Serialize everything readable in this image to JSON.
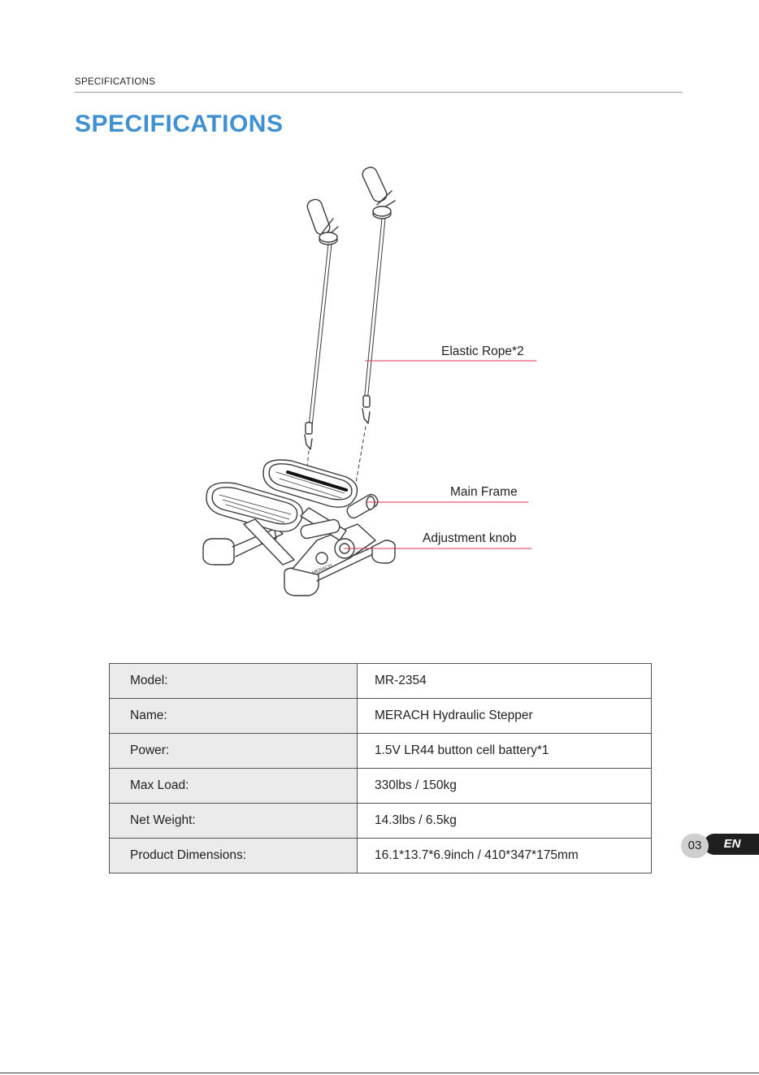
{
  "header": {
    "running_title": "SPECIFICATIONS"
  },
  "page_title": "SPECIFICATIONS",
  "figure": {
    "callouts": {
      "elastic_rope": "Elastic Rope*2",
      "main_frame": "Main Frame",
      "adjustment_knob": "Adjustment knob"
    },
    "brand_mark": "MERACH",
    "accent_color": "#d8364a"
  },
  "specs": [
    {
      "label": "Model:",
      "value": "MR-2354"
    },
    {
      "label": "Name:",
      "value": "MERACH Hydraulic Stepper"
    },
    {
      "label": "Power:",
      "value": "1.5V LR44 button cell battery*1"
    },
    {
      "label": "Max Load:",
      "value": "330lbs / 150kg"
    },
    {
      "label": "Net Weight:",
      "value": "14.3lbs / 6.5kg"
    },
    {
      "label": "Product Dimensions:",
      "value": "16.1*13.7*6.9inch / 410*347*175mm"
    }
  ],
  "footer": {
    "page_number": "03",
    "language": "EN"
  },
  "colors": {
    "title_blue": "#3f8fd3",
    "label_cell": "#ebebeb"
  }
}
